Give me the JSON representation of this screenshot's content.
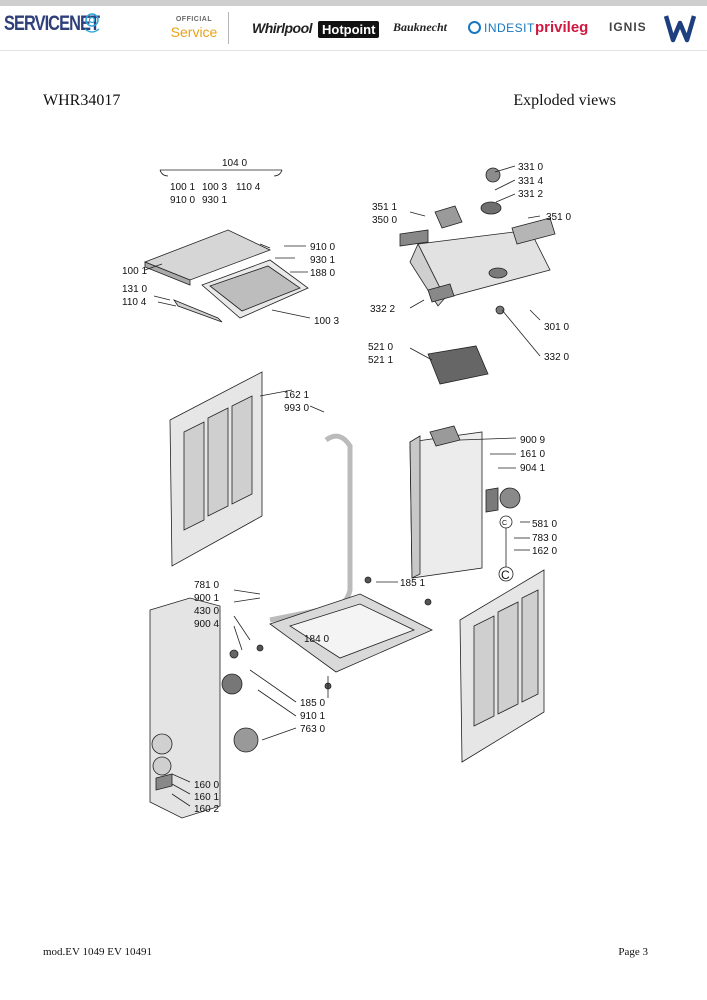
{
  "header": {
    "servicenet": "SERVICENET",
    "official_small": "OFFICIAL",
    "official_service": "Service",
    "brands": [
      "Whirlpool",
      "Hotpoint",
      "Bauknecht",
      "INDESIT",
      "privileg",
      "IGNIS"
    ]
  },
  "document": {
    "model": "WHR34017",
    "section": "Exploded views",
    "footer_model": "mod.EV 1049 EV 10491",
    "page": "Page 3"
  },
  "diagram": {
    "labels": {
      "l1040": "104 0",
      "l1001_top": "100 1",
      "l1003_top": "100 3",
      "l1104_top": "110 4",
      "l9100_top": "910 0",
      "l9301_top": "930 1",
      "l9100": "910 0",
      "l9301": "930 1",
      "l1880": "188 0",
      "l1001": "100 1",
      "l1310": "131 0",
      "l1104": "110 4",
      "l1003": "100 3",
      "l3310": "331 0",
      "l3314": "331 4",
      "l3312": "331 2",
      "l3511": "351 1",
      "l3500": "350 0",
      "l3510": "351 0",
      "l3322": "332 2",
      "l3010": "301 0",
      "l5210": "521 0",
      "l5211": "521 1",
      "l3320": "332 0",
      "l1621": "162 1",
      "l9930": "993 0",
      "l9009": "900 9",
      "l1610": "161 0",
      "l9041": "904 1",
      "l5810": "581 0",
      "l7830": "783 0",
      "l1620": "162 0",
      "l7810": "781 0",
      "l9001": "900 1",
      "l4300": "430 0",
      "l9004": "900 4",
      "l1851": "185 1",
      "l1840": "184 0",
      "l1850": "185 0",
      "l9101": "910 1",
      "l7630": "763 0",
      "l1600": "160 0",
      "l1601": "160 1",
      "l1602": "160 2",
      "c_small": "C",
      "c_large": "C"
    }
  }
}
